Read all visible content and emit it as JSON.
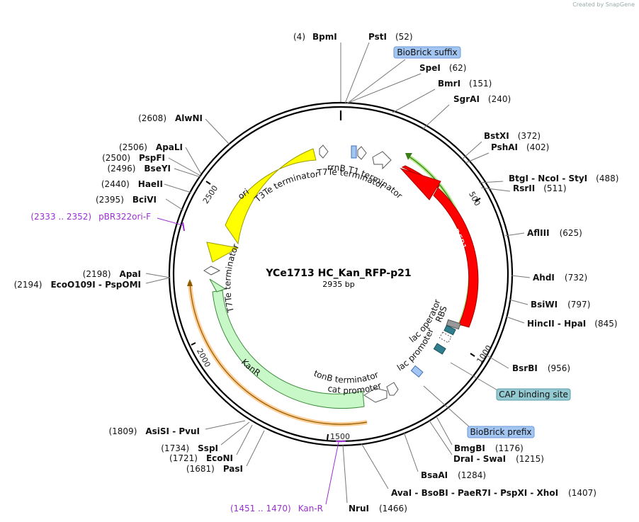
{
  "credit": "Created by SnapGene",
  "plasmid": {
    "name": "YCe1713 HC_Kan_RFP-p21",
    "length_label": "2935 bp",
    "length": 2935
  },
  "ticks": [
    "500",
    "1000",
    "1500",
    "2000",
    "2500"
  ],
  "features": {
    "rrnB": "rrnB T1 terminator",
    "t7te_top": "T7Te terminator",
    "t3te": "T3Te terminator",
    "ori": "ori",
    "t7te_left": "T7Te terminator",
    "kanr": "KanR",
    "tonb": "tonB terminator",
    "cat": "cat promoter",
    "lac_promoter": "lac promoter",
    "lac_operator": "lac operator",
    "rbs": "RBS",
    "mrfp1": "mRFP1"
  },
  "boxes": {
    "biobrick_suffix": "BioBrick suffix",
    "cap_site": "CAP binding site",
    "biobrick_prefix": "BioBrick prefix"
  },
  "sites": [
    {
      "pos": "(4)",
      "name": "BpmI"
    },
    {
      "name": "PstI",
      "pos": "(52)"
    },
    {
      "name": "SpeI",
      "pos": "(62)"
    },
    {
      "name": "BmrI",
      "pos": "(151)"
    },
    {
      "name": "SgrAI",
      "pos": "(240)"
    },
    {
      "name": "BstXI",
      "pos": "(372)"
    },
    {
      "name": "PshAI",
      "pos": "(402)"
    },
    {
      "name": "BtgI - NcoI - StyI",
      "pos": "(488)"
    },
    {
      "name": "RsrII",
      "pos": "(511)"
    },
    {
      "name": "AflIII",
      "pos": "(625)"
    },
    {
      "name": "AhdI",
      "pos": "(732)"
    },
    {
      "name": "BsiWI",
      "pos": "(797)"
    },
    {
      "name": "HincII - HpaI",
      "pos": "(845)"
    },
    {
      "name": "BsrBI",
      "pos": "(956)"
    },
    {
      "name": "BmgBI",
      "pos": "(1176)"
    },
    {
      "name": "DraI - SwaI",
      "pos": "(1215)"
    },
    {
      "name": "BsaAI",
      "pos": "(1284)"
    },
    {
      "name": "AvaI - BsoBI - PaeR7I - PspXI - XhoI",
      "pos": "(1407)"
    },
    {
      "name": "NruI",
      "pos": "(1466)"
    },
    {
      "pos": "(1681)",
      "name": "PasI"
    },
    {
      "pos": "(1721)",
      "name": "EcoNI"
    },
    {
      "pos": "(1734)",
      "name": "SspI"
    },
    {
      "pos": "(1809)",
      "name": "AsiSI - PvuI"
    },
    {
      "pos": "(2194)",
      "name": "EcoO109I - PspOMI"
    },
    {
      "pos": "(2198)",
      "name": "ApaI"
    },
    {
      "pos": "(2395)",
      "name": "BciVI"
    },
    {
      "pos": "(2440)",
      "name": "HaeII"
    },
    {
      "pos": "(2496)",
      "name": "BseYI"
    },
    {
      "pos": "(2500)",
      "name": "PspFI"
    },
    {
      "pos": "(2506)",
      "name": "ApaLI"
    },
    {
      "pos": "(2608)",
      "name": "AlwNI"
    }
  ],
  "primers": [
    {
      "range": "(2333 .. 2352)",
      "name": "pBR322ori-F"
    },
    {
      "range": "(1451 .. 1470)",
      "name": "Kan-R"
    }
  ],
  "colors": {
    "mrfp1": "#ff0000",
    "ori": "#ffff00",
    "kanr": "#c8f7c8",
    "highlight_green": "#a6e87a",
    "highlight_orange": "#ffc887",
    "box_blue": "#a3c5f2",
    "box_teal": "#93c9d0",
    "primer": "#9b30d0"
  }
}
